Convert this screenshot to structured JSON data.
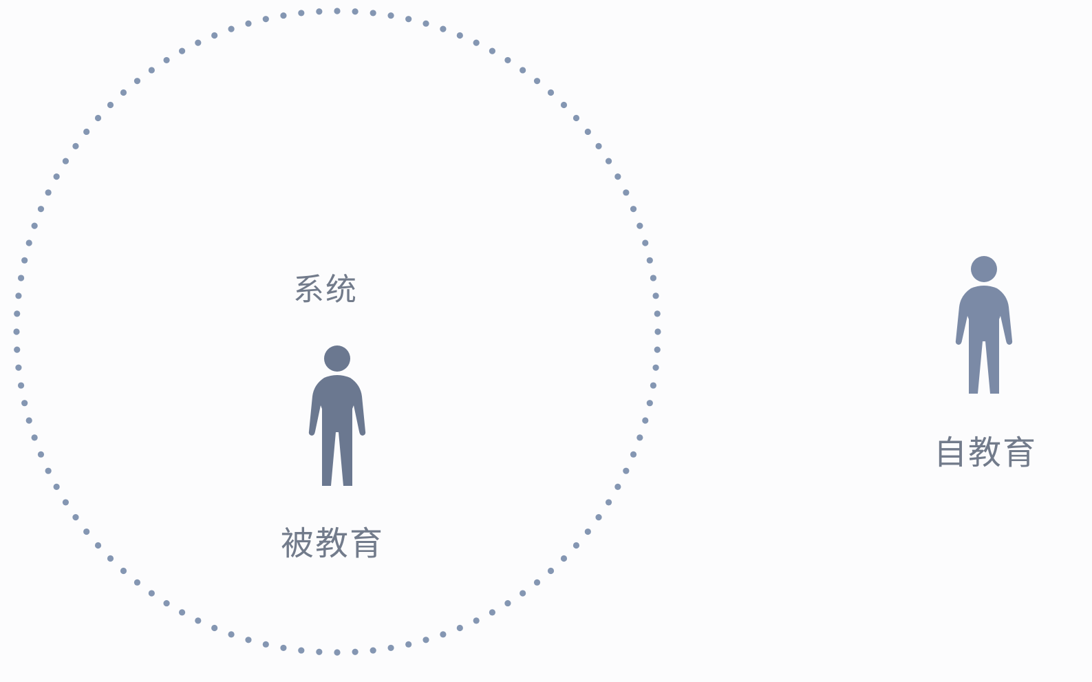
{
  "diagram": {
    "system_label": "系统",
    "inside_person_label": "被教育",
    "outside_person_label": "自教育"
  },
  "colors": {
    "background": "#fcfcfd",
    "dots": "#8496b2",
    "person_inside": "#6b7890",
    "person_outside": "#7b8aa6",
    "text": "#727b8b"
  },
  "icons": {
    "inside_person": "person-icon",
    "outside_person": "person-icon",
    "boundary": "dotted-circle"
  }
}
